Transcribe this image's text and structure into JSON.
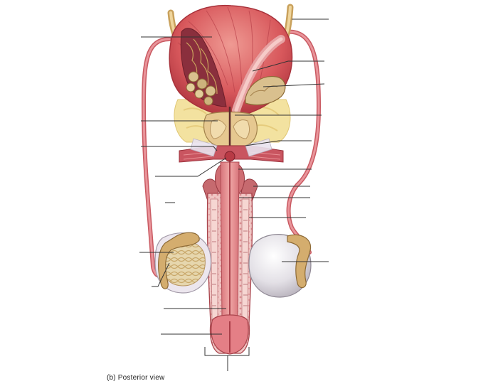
{
  "figure": {
    "caption": "(b) Posterior view",
    "colors": {
      "tissue": "#e8848c",
      "tissue_dark": "#c2444e",
      "muscle": "#d9575f",
      "bladder_light": "#f1a8a6",
      "gland": "#d9c08e",
      "gland_light": "#eedcaf",
      "fat": "#f4e6a8",
      "testis": "#e4e1e8",
      "leader": "#333333"
    },
    "icons": [
      "bladder-shape",
      "prostate-shape",
      "seminal-vesicle-shape",
      "penis-shape",
      "testis-shape",
      "epididymis-shape",
      "ductus-deferens-shape"
    ]
  }
}
